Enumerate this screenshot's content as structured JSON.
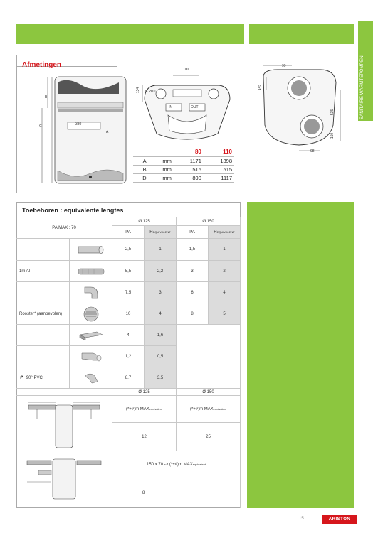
{
  "side_tab": "SANITAIRE WARMTEPOMPEN",
  "afmetingen": {
    "title": "Afmetingen",
    "front_labels": {
      "b": "B",
      "c": "C",
      "a": "A",
      "w": "380"
    },
    "top_labels": {
      "d100": "100",
      "d134": "134",
      "dia": "C Ø10",
      "in": "IN",
      "out": "OUT"
    },
    "side_labels": {
      "d99": "99",
      "d145": "145",
      "d535": "535",
      "d150": "150",
      "d98": "98"
    },
    "table": {
      "headers": [
        "",
        "",
        "80",
        "110"
      ],
      "rows": [
        [
          "A",
          "mm",
          "1171",
          "1398"
        ],
        [
          "B",
          "mm",
          "515",
          "515"
        ],
        [
          "D",
          "mm",
          "890",
          "1117"
        ]
      ]
    }
  },
  "toebehoren": {
    "title": "Toebehoren : equivalente lengtes",
    "pa_max": "PA MAX : 70",
    "diam125": "Ø 125",
    "diam150": "Ø 150",
    "col_pa": "PA",
    "col_h": "H",
    "col_h_sub": "EQUIVALENT",
    "rows": [
      {
        "label": "",
        "v1": "2,5",
        "v2": "1",
        "v3": "1,5",
        "v4": "1"
      },
      {
        "label": "1m Al",
        "v1": "5,5",
        "v2": "2,2",
        "v3": "3",
        "v4": "2"
      },
      {
        "label": "",
        "v1": "7,5",
        "v2": "3",
        "v3": "6",
        "v4": "4"
      },
      {
        "label": "Rooster* (aanbevolen)",
        "v1": "10",
        "v2": "4",
        "v3": "8",
        "v4": "5"
      },
      {
        "label": "",
        "v1": "4",
        "v2": "1,6",
        "v3": "",
        "v4": ""
      },
      {
        "label": "",
        "v1": "1,2",
        "v2": "0,5",
        "v3": "",
        "v4": ""
      },
      {
        "label": "90° PVC",
        "v1": "8,7",
        "v2": "3,5",
        "v3": "",
        "v4": ""
      }
    ],
    "lower": {
      "diam125": "Ø 125",
      "diam150": "Ø 150",
      "formula_125": "(*+#)m MAX",
      "formula_150": "(*+#)m MAX",
      "formula_sub": "equivalent",
      "val_125": "12",
      "val_150": "25",
      "combo_formula": "150 x 70 -> (*+#)m MAX",
      "combo_val": "8"
    }
  },
  "footer": {
    "page": "15",
    "brand": "ARISTON"
  }
}
